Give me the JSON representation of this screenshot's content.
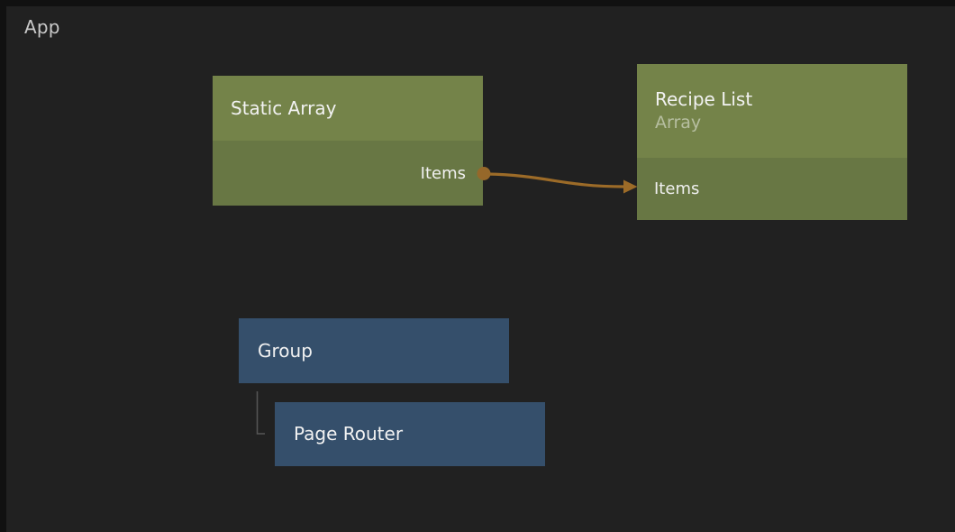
{
  "component_label": "App",
  "nodes": {
    "static_array": {
      "title": "Static Array",
      "output_port": "Items"
    },
    "recipe_list": {
      "title": "Recipe List",
      "subtitle": "Array",
      "input_port": "Items"
    },
    "group": {
      "title": "Group"
    },
    "page_router": {
      "title": "Page Router"
    }
  },
  "connection": {
    "from_node": "Static Array",
    "from_port": "Items",
    "to_node": "Recipe List",
    "to_port": "Items"
  },
  "hierarchy": {
    "parent": "Group",
    "child": "Page Router"
  },
  "colors": {
    "background": "#212121",
    "canvas_edge": "#111111",
    "data_node_header": "#748349",
    "data_node_body": "#687744",
    "visual_node": "#354f6b",
    "connection": "#9c6b28",
    "title_text": "#f2f2f2",
    "subtitle_text": "#b2ba9d",
    "app_label_text": "#c9c9c9",
    "tree_line": "#575757"
  }
}
